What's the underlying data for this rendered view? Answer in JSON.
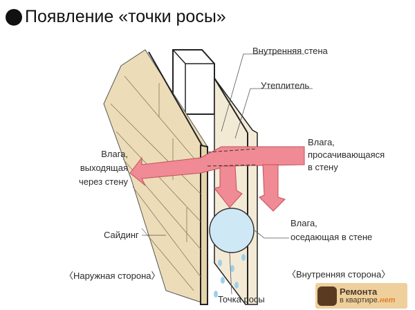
{
  "title": "Появление «точки росы»",
  "labels": {
    "inner_wall": "Внутренняя стена",
    "insulation": "Утеплитель",
    "moisture_out": [
      "Влага,",
      "выходящая",
      "через стену"
    ],
    "moisture_in": [
      "Влага,",
      "просачивающаяся",
      "в стену"
    ],
    "siding": "Сайдинг",
    "moisture_settling": [
      "Влага,",
      "оседающая в стене"
    ],
    "outer_side": "〈Наружная сторона〉",
    "inner_side": "〈Внутренняя сторона〉",
    "dew_point": "Точка росы"
  },
  "logo": {
    "line1": "Ремонта",
    "line2": "в квартире",
    "suffix": ".нет"
  },
  "colors": {
    "siding": "#ecdcb8",
    "arrow": "#f08a94",
    "droplet": "#cfe8f6",
    "wall": "#f3ead6"
  }
}
